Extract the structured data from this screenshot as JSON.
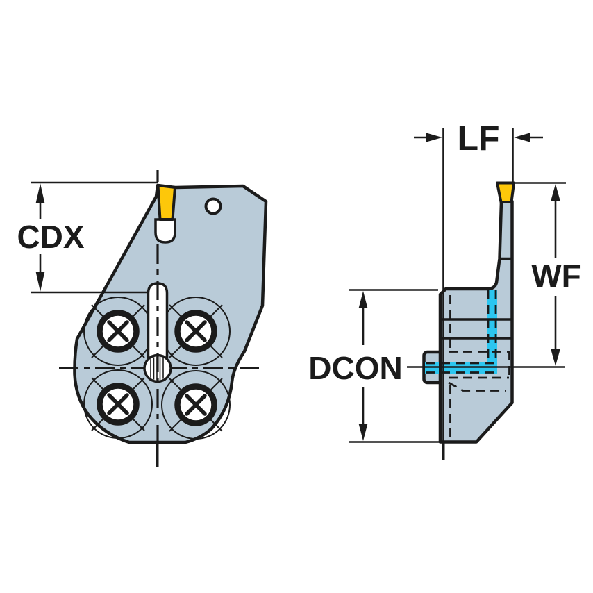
{
  "drawing": {
    "description": "technical-dimension-drawing-grooving-tool-head",
    "views": {
      "front_view": "tool-face-with-four-screws",
      "side_view": "tool-profile-with-coolant-channels"
    },
    "labels": {
      "cdx": "CDX",
      "lf": "LF",
      "wf": "WF",
      "dcon": "DCON"
    },
    "colors": {
      "line": "#1b1b1b",
      "body_fill": "#b9cbd8",
      "insert_fill": "#fdc70a",
      "coolant_fill": "#2cc6f0",
      "background": "#ffffff"
    }
  }
}
